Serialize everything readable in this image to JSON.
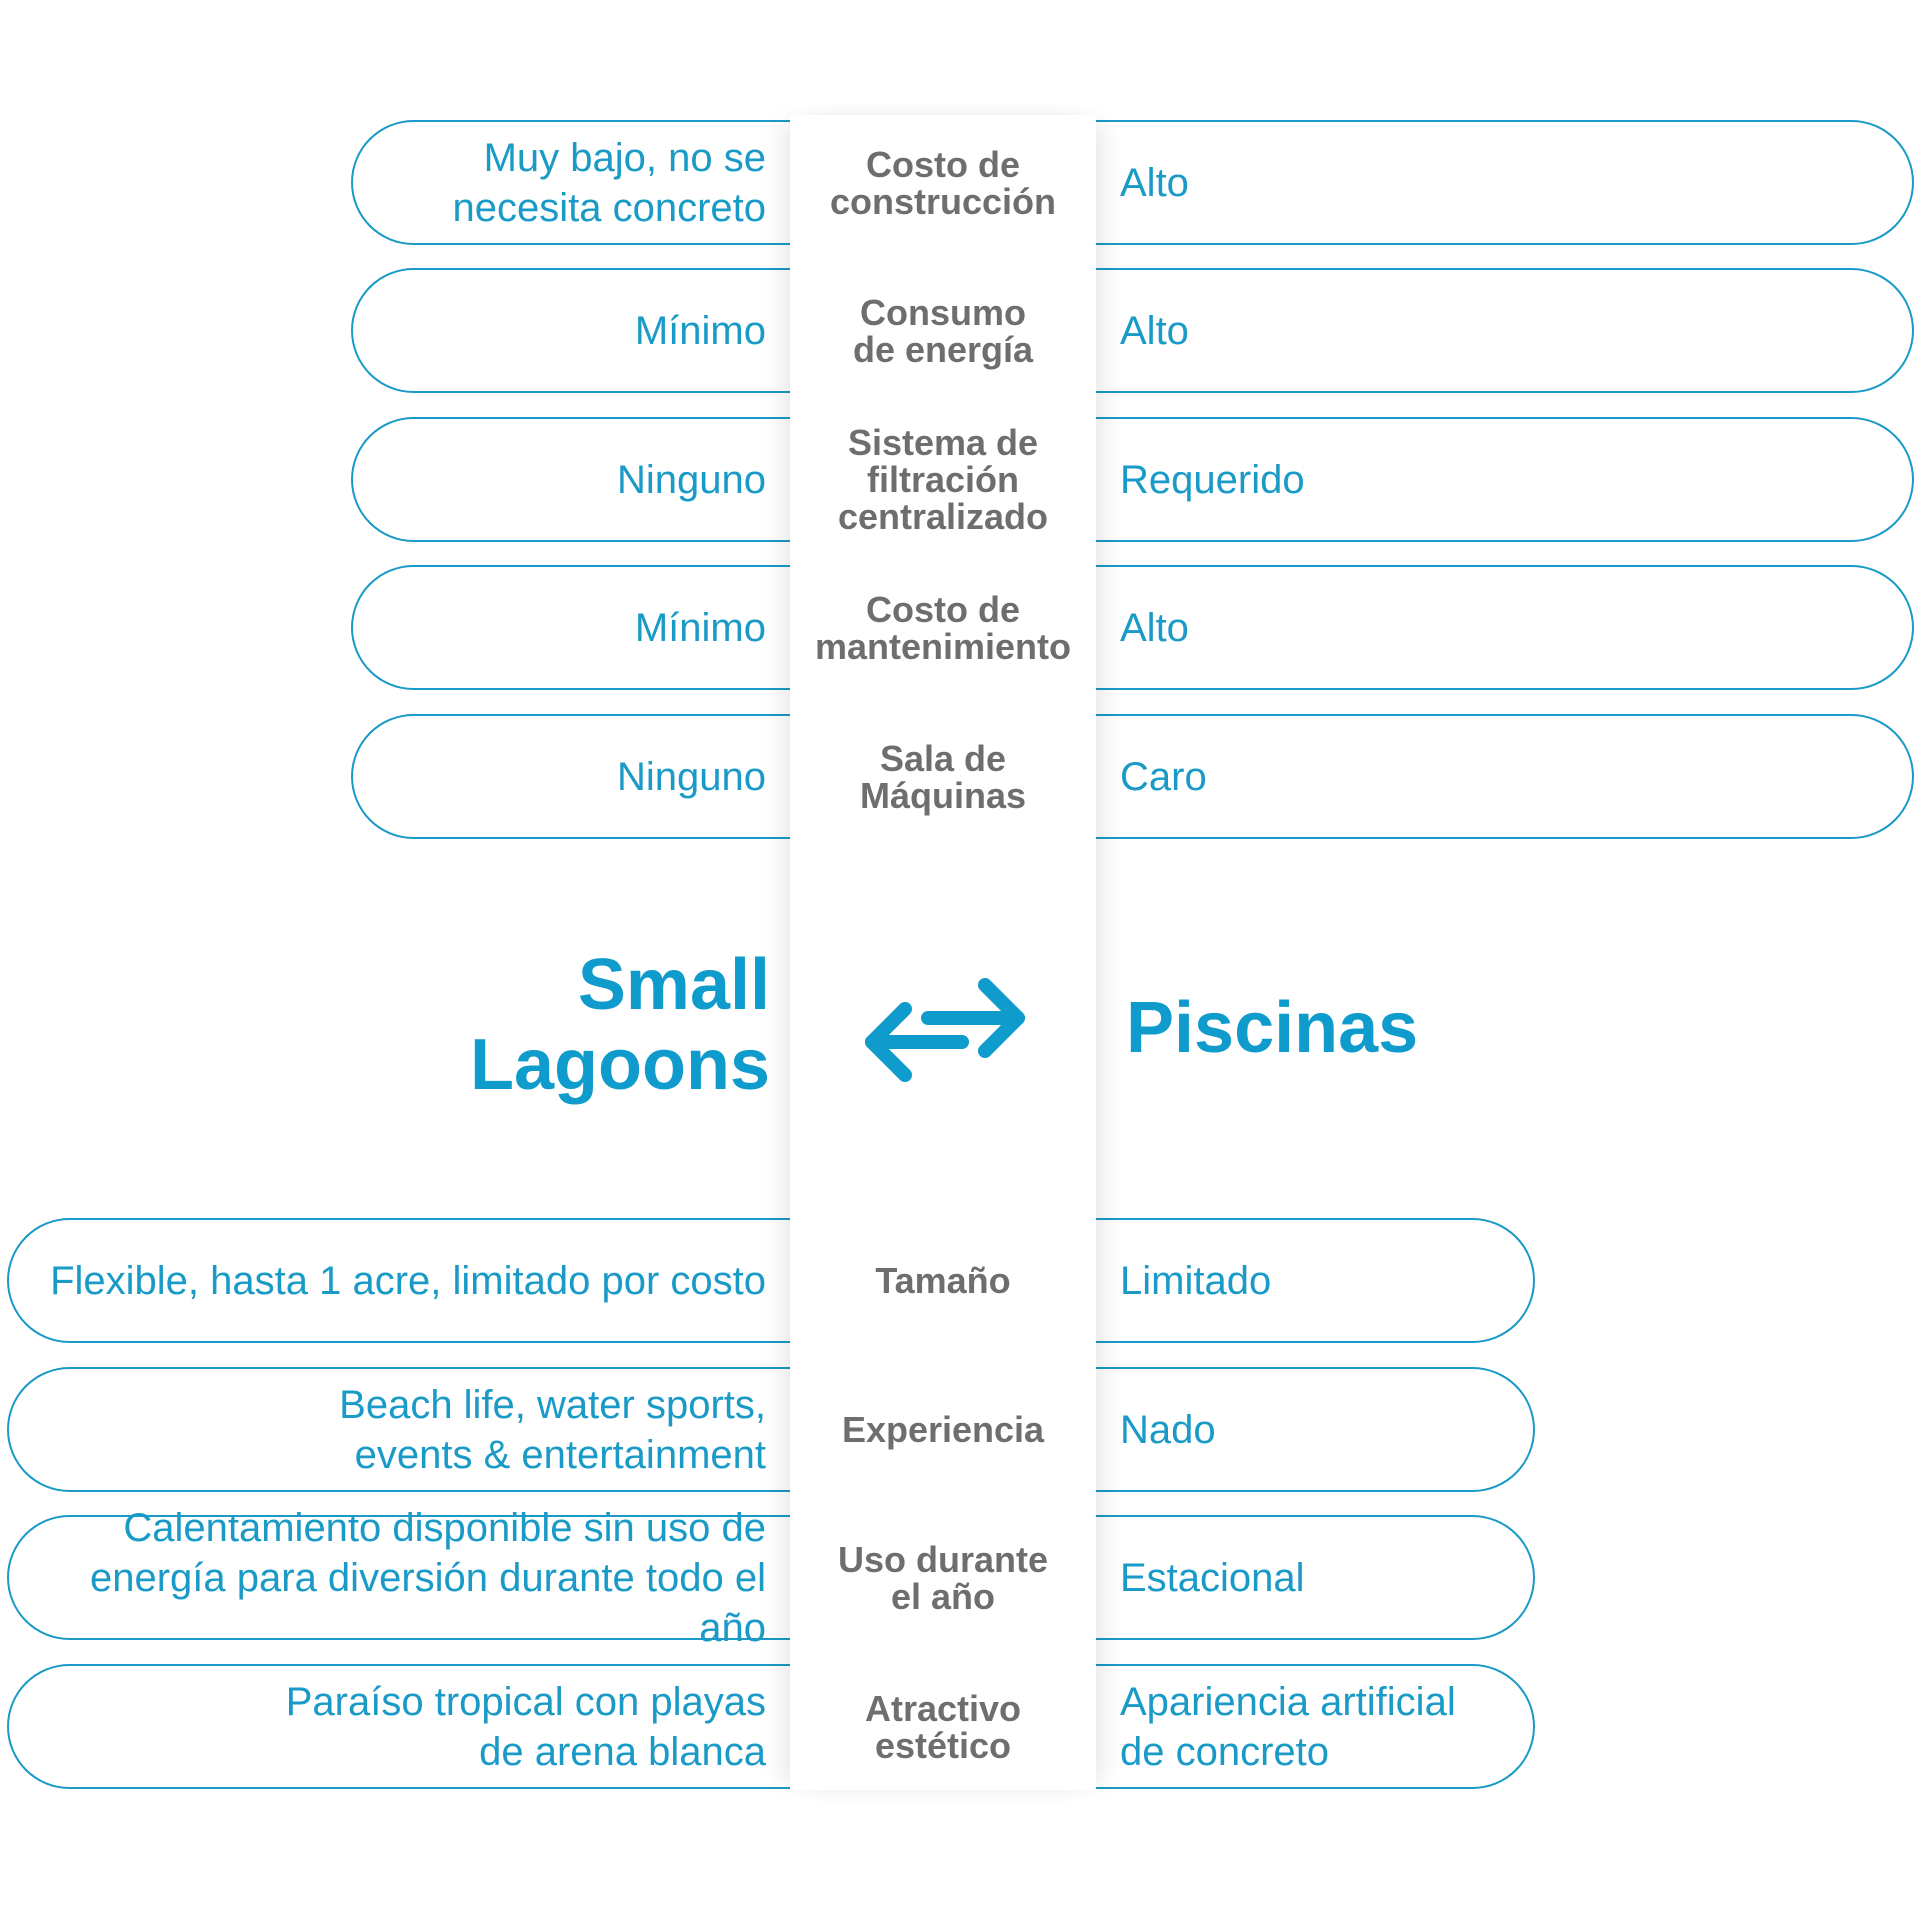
{
  "colors": {
    "accent": "#1a9ac7",
    "criterion_text": "#6e6e6e"
  },
  "left_title": "Small\nLagoons",
  "right_title": "Piscinas",
  "arrow_icon": "swap-arrows-icon",
  "top_rows": [
    {
      "criterion": "Costo de\nconstrucción",
      "left": "Muy bajo, no se\nnecesita concreto",
      "right": "Alto"
    },
    {
      "criterion": "Consumo\nde energía",
      "left": "Mínimo",
      "right": "Alto"
    },
    {
      "criterion": "Sistema de\nfiltración\ncentralizado",
      "left": "Ninguno",
      "right": "Requerido"
    },
    {
      "criterion": "Costo de\nmantenimiento",
      "left": "Mínimo",
      "right": "Alto"
    },
    {
      "criterion": "Sala de\nMáquinas",
      "left": "Ninguno",
      "right": "Caro"
    }
  ],
  "bottom_rows": [
    {
      "criterion": "Tamaño",
      "left": "Flexible, hasta 1 acre, limitado por costo",
      "right": "Limitado"
    },
    {
      "criterion": "Experiencia",
      "left": "Beach life, water sports,\nevents & entertainment",
      "right": "Nado"
    },
    {
      "criterion": "Uso durante\nel año",
      "left": "Calentamiento disponible sin uso de\nenergía para diversión durante todo el año",
      "right": "Estacional"
    },
    {
      "criterion": "Atractivo\nestético",
      "left": "Paraíso tropical con playas\nde arena blanca",
      "right": "Apariencia artificial\nde concreto"
    }
  ]
}
